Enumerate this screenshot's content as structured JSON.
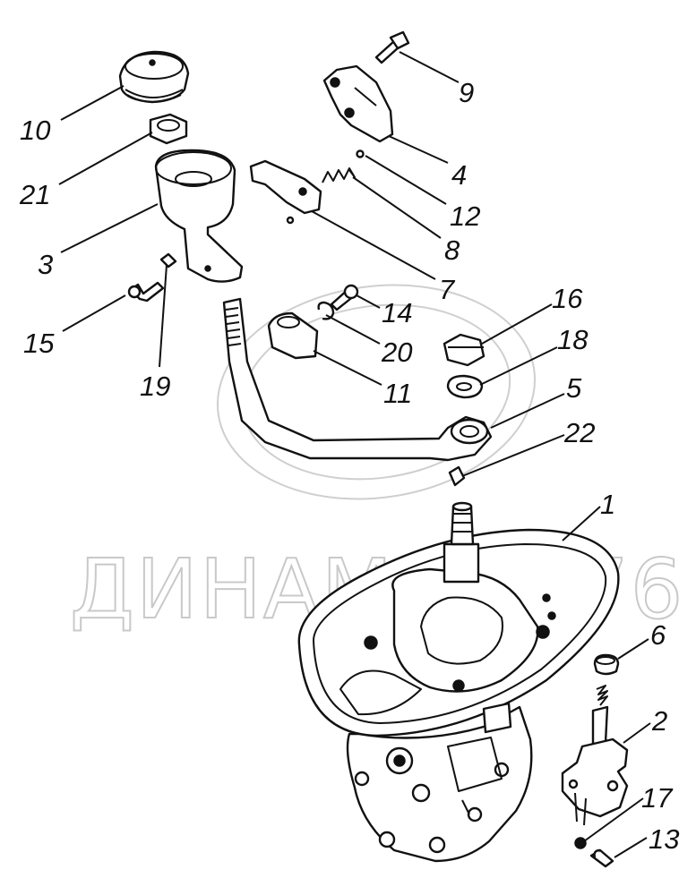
{
  "watermark": "ДИНАМИКА76",
  "labels": [
    "10",
    "21",
    "3",
    "15",
    "19",
    "9",
    "4",
    "12",
    "8",
    "7",
    "14",
    "20",
    "11",
    "16",
    "18",
    "5",
    "22",
    "1",
    "6",
    "2",
    "17",
    "13"
  ],
  "colors": {
    "ink": "#111111",
    "watermark": "#c9c9c9",
    "background": "#ffffff"
  }
}
